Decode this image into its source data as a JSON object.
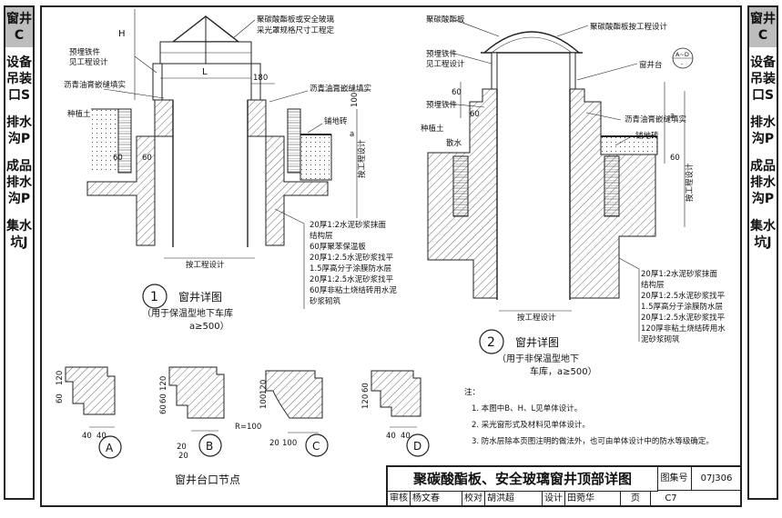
{
  "side_left": {
    "band1": "窗井C",
    "groups": [
      "设备吊装口S",
      "排水沟P",
      "成品排水沟P",
      "集水坑J"
    ]
  },
  "side_right": {
    "band1": "窗井C",
    "groups": [
      "设备吊装口S",
      "排水沟P",
      "成品排水沟P",
      "集水坑J"
    ]
  },
  "detail1": {
    "callout_top": "聚碳酸酯板或安全玻璃",
    "callout_top2": "采光罩规格尺寸工程定",
    "embed": "预埋铁件",
    "embed2": "见工程设计",
    "sealant_left": "沥青油膏嵌缝填实",
    "sealant_right": "沥青油膏嵌缝填实",
    "planting": "种植土",
    "paving": "铺地砖",
    "dim_H": "H",
    "dim_L": "L",
    "dim_180": "180",
    "dim_100": "100",
    "dim_a": "a",
    "dim_60a": "60",
    "dim_60b": "60",
    "design_v": "按工程设计",
    "design_h": "按工程设计",
    "layers": [
      "20厚1:2水泥砂浆抹面",
      "结构层",
      "60厚聚苯保温板",
      "20厚1:2.5水泥砂浆找平",
      "1.5厚高分子涂膜防水层",
      "20厚1:2.5水泥砂浆找平",
      "60厚非粘土烧结砖用水泥",
      "砂浆砌筑"
    ],
    "num": "1",
    "title": "窗井详图",
    "subtitle": "（用于保温型地下车库",
    "subtitle2": "a≥500）"
  },
  "detail2": {
    "pc_board": "聚碳酸酯板",
    "pc_design": "聚碳酸酯板按工程设计",
    "embed": "预埋铁件",
    "embed2": "见工程设计",
    "embed3": "预埋铁件",
    "ref": "窗井台",
    "ref_circle_top": "A~D",
    "ref_circle_bot": "-",
    "sealant": "沥青油膏嵌缝填实",
    "planting": "种植土",
    "gravel": "散水",
    "paving": "铺地砖",
    "dim_60a": "60",
    "dim_60b": "60",
    "dim_a": "a",
    "dim_60c": "60",
    "design_v": "按工程设计",
    "design_h": "按工程设计",
    "layers": [
      "20厚1:2水泥砂浆抹面",
      "结构层",
      "20厚1:2.5水泥砂浆找平",
      "1.5厚高分子涂膜防水层",
      "20厚1:2.5水泥砂浆找平",
      "120厚非粘土烧结砖用水",
      "泥砂浆砌筑"
    ],
    "num": "2",
    "title": "窗井详图",
    "subtitle": "（用于非保温型地下",
    "subtitle2": "车库，a≥500）"
  },
  "nodes": {
    "A": "A",
    "B": "B",
    "C": "C",
    "D": "D",
    "dimA": [
      "60",
      "120",
      "40",
      "40"
    ],
    "dimB": [
      "60",
      "60",
      "120",
      "20",
      "20"
    ],
    "dimC": [
      "100",
      "120",
      "R=100",
      "20",
      "100"
    ],
    "dimD": [
      "120",
      "60",
      "40",
      "40"
    ],
    "title": "窗井台口节点"
  },
  "notes": {
    "head": "注：",
    "items": [
      "1. 本图中B、H、L见单体设计。",
      "2. 采光窗形式及材料见单体设计。",
      "3. 防水层除本页图注明的做法外，也可由单体设计中的防水等级确定。"
    ]
  },
  "titleblock": {
    "title": "聚碳酸酯板、安全玻璃窗井顶部详图",
    "atlas_label": "图集号",
    "atlas_no": "07J306",
    "page_label": "页",
    "page_no": "C7",
    "review": "审核",
    "reviewer": "杨文春",
    "check": "校对",
    "checker": "胡洪超",
    "design": "设计",
    "designer": "田菀华"
  }
}
